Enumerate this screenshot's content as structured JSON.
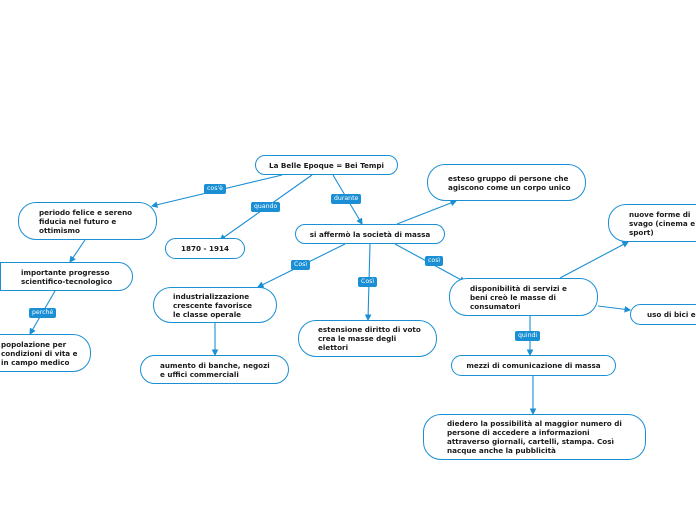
{
  "colors": {
    "accent": "#1a8fd4"
  },
  "nodes": {
    "root": "La Belle Epoque = Bei Tempi",
    "periodo": "periodo felice e sereno\nfiducia nel futuro e\nottimismo",
    "anni": "1870 - 1914",
    "progresso": "importante progresso\nscientifico-tecnologico",
    "popolazione": "popolazione per\ncondizioni di vita e\nin campo medico",
    "societa": "si affermò la società di massa",
    "gruppo": "esteso gruppo di persone che\nagiscono come un corpo unico",
    "industrializzazione": "industrializzazione\ncrescente favorisce\nle classe operale",
    "banche": "aumento di banche, negozi\ne uffici commerciali",
    "voto": "estensione diritto di voto\ncrea le masse degli\nelettori",
    "servizi": "disponibilità di servizi e\nbeni creò le masse di\nconsumatori",
    "svago": "nuove forme di\nsvago (cinema e\nsport)",
    "bici": "uso di bici e",
    "mezzi": "mezzi di comunicazione di massa",
    "diedero": "diedero la possibilità al maggior numero di\npersone di accedere a informazioni\nattraverso giornali, cartelli, stampa. Così\nnacque anche la pubblicità"
  },
  "labels": {
    "cose": "cos'è",
    "quando": "quando",
    "durante": "durante",
    "perche": "perché",
    "cosi1": "Così",
    "cosi2": "Così",
    "cosi3": "così",
    "quindi": "quindi"
  }
}
